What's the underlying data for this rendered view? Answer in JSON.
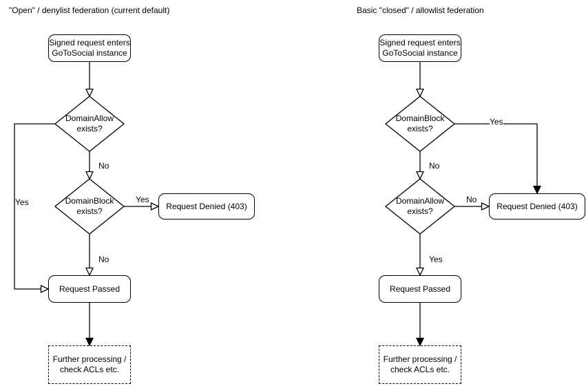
{
  "canvas": {
    "background": "#ffffff",
    "stroke_color": "#000000",
    "text_color": "#000000"
  },
  "left_chart": {
    "title": "\"Open\" / denylist federation (current default)",
    "nodes": {
      "start": "Signed request enters\nGoToSocial instance",
      "decision1": "DomainAllow\nexists?",
      "decision2": "DomainBlock\nexists?",
      "denied": "Request Denied (403)",
      "passed": "Request Passed",
      "further": "Further processing /\ncheck ACLs etc."
    },
    "edge_labels": {
      "decision1_no": "No",
      "decision1_yes": "Yes",
      "decision2_yes": "Yes",
      "decision2_no": "No"
    }
  },
  "right_chart": {
    "title": "Basic \"closed\" / allowlist federation",
    "nodes": {
      "start": "Signed request enters\nGoToSocial instance",
      "decision1": "DomainBlock\nexists?",
      "decision2": "DomainAllow\nexists?",
      "denied": "Request Denied (403)",
      "passed": "Request Passed",
      "further": "Further processing /\ncheck ACLs etc."
    },
    "edge_labels": {
      "decision1_yes": "Yes",
      "decision1_no": "No",
      "decision2_no": "No",
      "decision2_yes": "Yes"
    }
  }
}
